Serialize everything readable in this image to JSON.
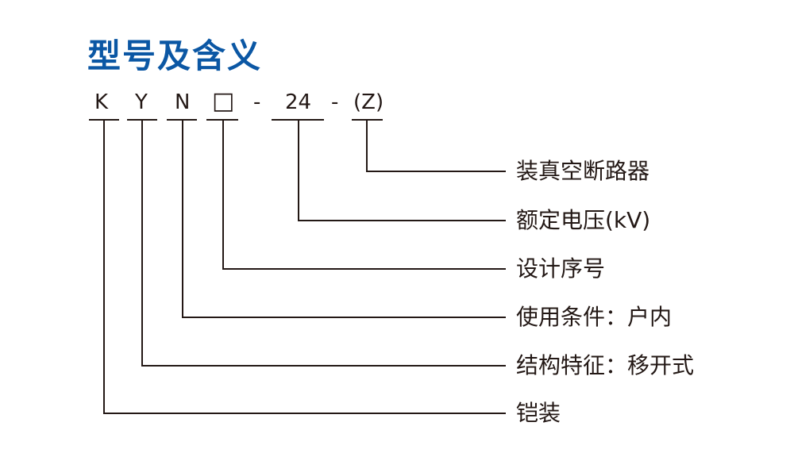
{
  "title": "型号及含义",
  "code": {
    "k": "K",
    "y": "Y",
    "n": "N",
    "box": "□",
    "dash1": "-",
    "voltage": "24",
    "dash2": "-",
    "breaker": "(Z)"
  },
  "labels": {
    "breaker": "装真空断路器",
    "voltage": "额定电压(kV)",
    "design": "设计序号",
    "usage": "使用条件：户内",
    "structure": "结构特征：移开式",
    "armored": "铠装"
  }
}
